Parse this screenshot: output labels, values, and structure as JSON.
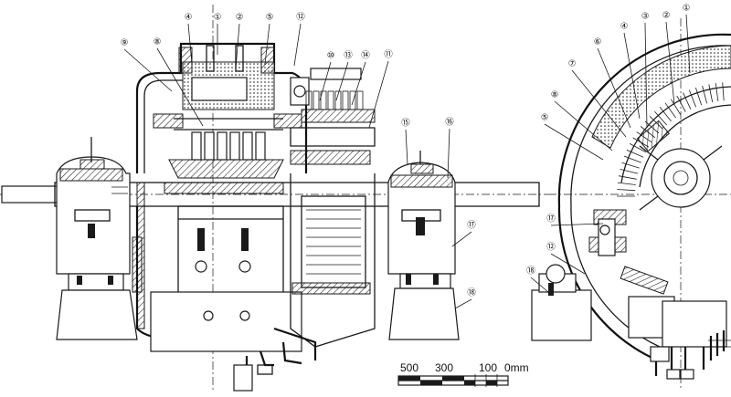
{
  "callouts": {
    "side_view": [
      {
        "label": "①"
      },
      {
        "label": "②"
      },
      {
        "label": "④"
      },
      {
        "label": "⑤"
      },
      {
        "label": "⑫"
      },
      {
        "label": "⑨"
      },
      {
        "label": "⑧"
      },
      {
        "label": "⑩"
      },
      {
        "label": "⑬"
      },
      {
        "label": "⑭"
      },
      {
        "label": "⑪"
      },
      {
        "label": "⑮"
      },
      {
        "label": "⑯"
      },
      {
        "label": "⑰"
      },
      {
        "label": "⑱"
      }
    ],
    "end_view": [
      {
        "label": "③"
      },
      {
        "label": "②"
      },
      {
        "label": "①"
      },
      {
        "label": "④"
      },
      {
        "label": "⑥"
      },
      {
        "label": "⑦"
      },
      {
        "label": "⑧"
      },
      {
        "label": "⑤"
      },
      {
        "label": "⑰"
      },
      {
        "label": "⑫"
      },
      {
        "label": "⑱"
      }
    ]
  },
  "scale_bar": {
    "labels": [
      "500",
      "300",
      "100",
      "0mm"
    ]
  }
}
